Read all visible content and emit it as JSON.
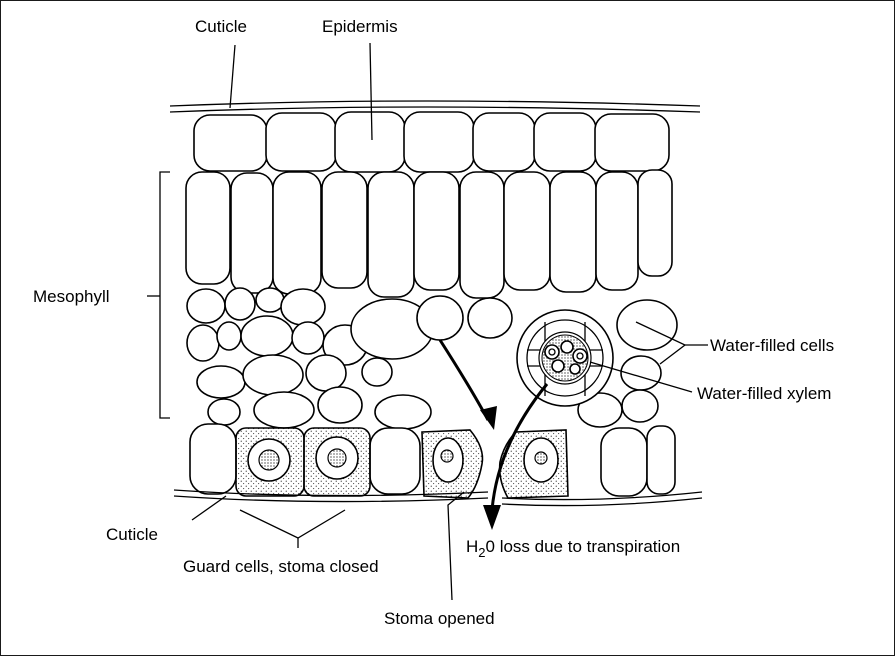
{
  "labels": {
    "cuticle_top": "Cuticle",
    "epidermis": "Epidermis",
    "mesophyll": "Mesophyll",
    "water_filled_cells": "Water-filled cells",
    "water_filled_xylem": "Water-filled xylem",
    "cuticle_bottom": "Cuticle",
    "guard_cells": "Guard cells, stoma closed",
    "stoma_opened": "Stoma opened",
    "h2o_h": "H",
    "h2o_sub": "2",
    "h2o_rest": "0 loss due to transpiration"
  },
  "colors": {
    "ink": "#000000",
    "background": "#ffffff",
    "stipple": "#000000"
  }
}
